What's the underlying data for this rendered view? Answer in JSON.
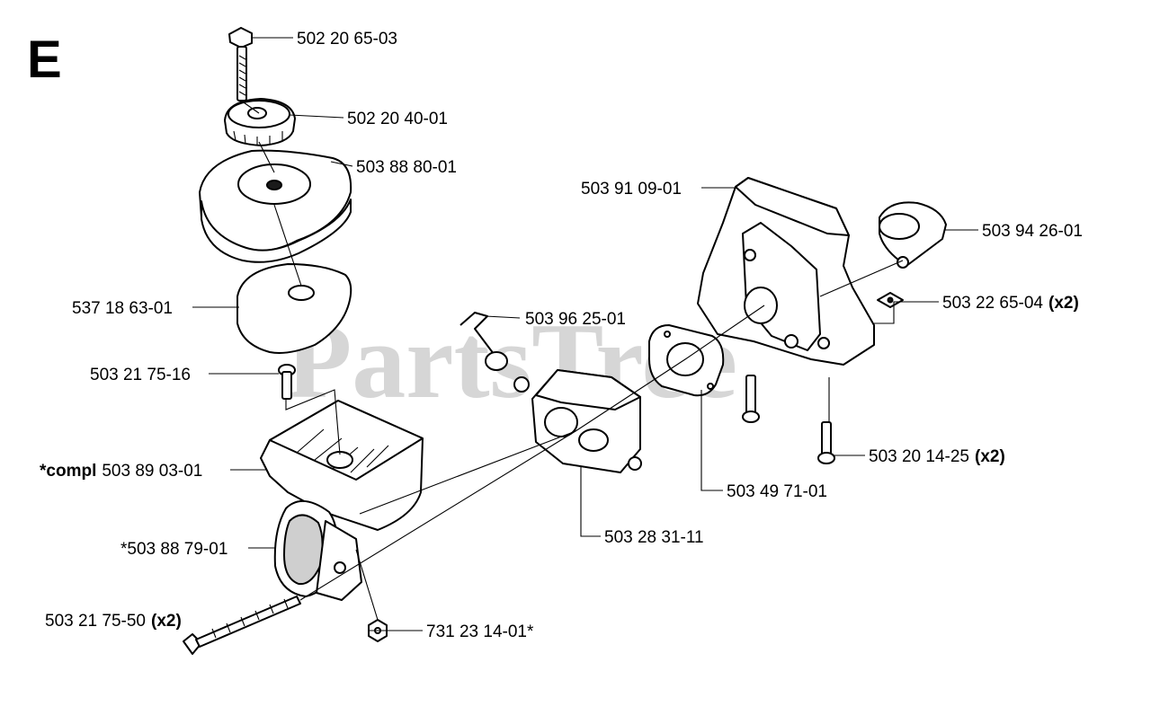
{
  "section_letter": "E",
  "watermark": "PartsTree",
  "watermark_tm": "™",
  "labels": {
    "bolt_top": "502 20 65-03",
    "knob": "502 20 40-01",
    "filter_cover": "503 88 80-01",
    "filter": "537 18 63-01",
    "screw_small": "503 21 75-16",
    "housing_prefix": "*compl",
    "housing": "503 89 03-01",
    "handle_pad": "*503 88 79-01",
    "long_bolt": "503 21 75-50",
    "long_bolt_qty": "(x2)",
    "nut": "731 23 14-01*",
    "choke_link": "503 96 25-01",
    "carburetor": "503 28 31-11",
    "gasket": "503 49 71-01",
    "intake": "503 91 09-01",
    "boot": "503 94 26-01",
    "washer": "503 22 65-04",
    "washer_qty": "(x2)",
    "screw_right": "503 20 14-25",
    "screw_right_qty": "(x2)"
  }
}
